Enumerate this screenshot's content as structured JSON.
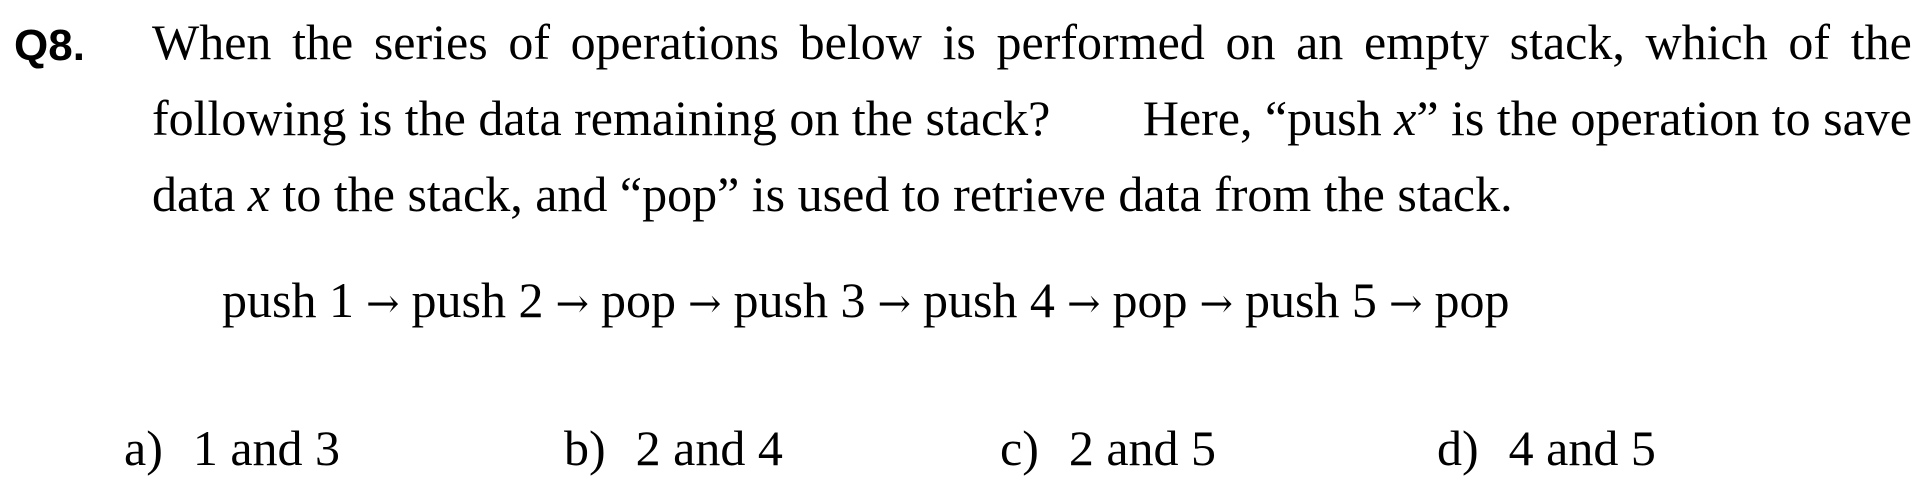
{
  "question": {
    "number": "Q8.",
    "line1_words": [
      "When",
      "the",
      "series",
      "of",
      "operations",
      "below",
      "is",
      "performed",
      "on",
      "an",
      "empty",
      "stack,",
      "which",
      "of",
      "the"
    ],
    "line2": {
      "a": "following is the data remaining on the stack?",
      "b": "Here, “push",
      "var": "x",
      "c": "” is the operation to save"
    },
    "line3": {
      "a": "data",
      "var": "x",
      "b": "to the stack, and “pop” is used to retrieve data from the stack."
    }
  },
  "operations": [
    "push 1",
    "push 2",
    "pop",
    "push 3",
    "push 4",
    "pop",
    "push 5",
    "pop"
  ],
  "arrow_symbol": "→",
  "choices": [
    {
      "letter": "a)",
      "text": "1 and 3"
    },
    {
      "letter": "b)",
      "text": "2 and 4"
    },
    {
      "letter": "c)",
      "text": "2 and 5"
    },
    {
      "letter": "d)",
      "text": "4 and 5"
    }
  ]
}
